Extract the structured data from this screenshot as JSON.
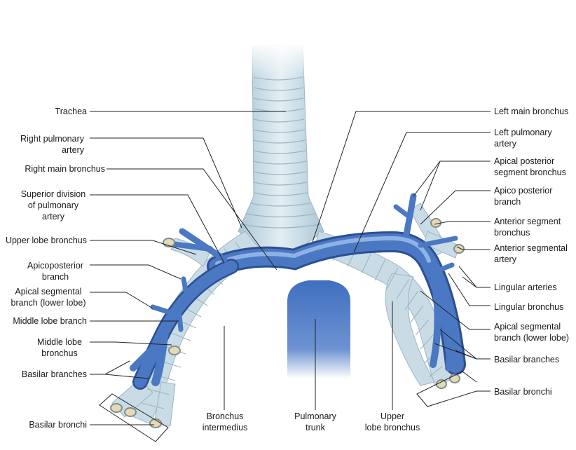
{
  "labels": {
    "trachea": "Trachea",
    "right_pulmonary_artery": "Right pulmonary\nartery",
    "right_main_bronchus": "Right main bronchus",
    "superior_division": "Superior division\nof pulmonary\nartery",
    "upper_lobe_bronchus": "Upper lobe bronchus",
    "apicoposterior_branch": "Apicoposterior\nbranch",
    "apical_segmental_right": "Apical segmental\nbranch (lower lobe)",
    "middle_lobe_branch": "Middle lobe branch",
    "middle_lobe_bronchus": "Middle lobe\nbronchus",
    "basilar_branches_right": "Basilar branches",
    "basilar_bronchi_right": "Basilar bronchi",
    "bronchus_intermedius": "Bronchus\nintermedius",
    "pulmonary_trunk": "Pulmonary\ntrunk",
    "upper_lobe_bronchus_bottom": "Upper\nlobe bronchus",
    "left_main_bronchus": "Left main bronchus",
    "left_pulmonary_artery": "Left pulmonary\nartery",
    "apical_posterior_segment_bronchus": "Apical posterior\nsegment bronchus",
    "apico_posterior_branch": "Apico posterior\nbranch",
    "anterior_segment_bronchus": "Anterior segment\nbronchus",
    "anterior_segmental_artery": "Anterior segmental\nartery",
    "lingular_arteries": "Lingular arteries",
    "lingular_bronchus": "Lingular bronchus",
    "apical_segmental_left": "Apical segmental\nbranch (lower lobe)",
    "basilar_branches_left": "Basilar branches",
    "basilar_bronchi_left": "Basilar bronchi"
  },
  "colors": {
    "artery": "#4a78c2",
    "artery_dark": "#2c4f94",
    "artery_light": "#8fb2e6",
    "airway": "#c9dbe4",
    "airway_ring": "#a9c2cf",
    "leader": "#222222"
  }
}
